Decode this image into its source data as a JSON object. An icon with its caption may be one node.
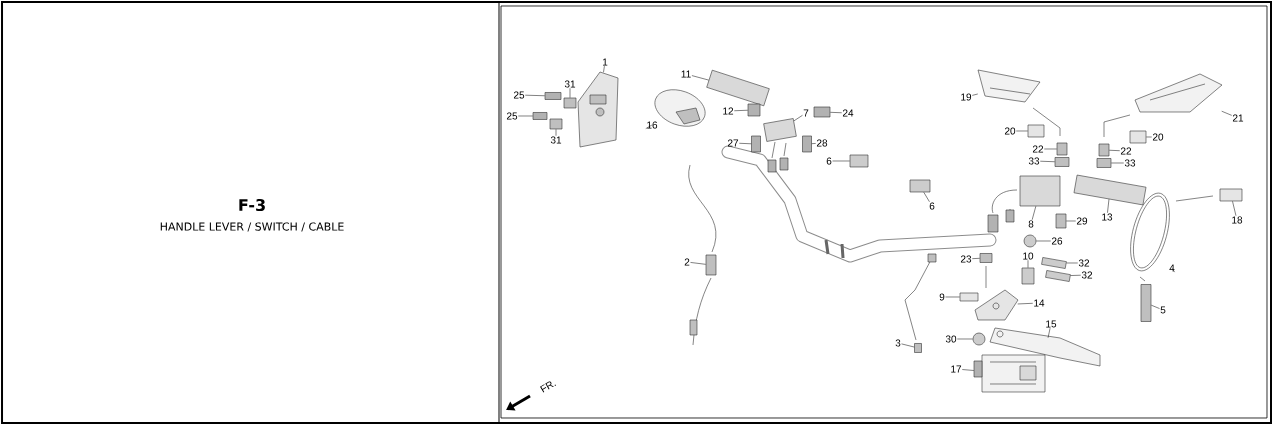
{
  "diagram": {
    "title": "F-3",
    "nodes": [
      {
        "text": [
          "1"
        ]
      },
      {
        "text": [
          "31"
        ]
      },
      {
        "text": [
          "25"
        ]
      },
      {
        "text": [
          "25"
        ]
      },
      {
        "text": [
          "31"
        ]
      },
      {
        "text": [
          "11"
        ]
      },
      {
        "text": [
          "12"
        ]
      },
      {
        "text": [
          "16"
        ]
      },
      {
        "text": [
          "7"
        ]
      },
      {
        "text": [
          "24"
        ]
      },
      {
        "text": [
          "27"
        ]
      },
      {
        "text": [
          "28"
        ]
      },
      {
        "text": [
          "6"
        ]
      },
      {
        "text": [
          "19"
        ]
      },
      {
        "text": [
          "21"
        ]
      },
      {
        "text": [
          "20"
        ]
      },
      {
        "text": [
          "22"
        ]
      },
      {
        "text": [
          "33"
        ]
      },
      {
        "text": [
          "20"
        ]
      },
      {
        "text": [
          "22"
        ]
      },
      {
        "text": [
          "33"
        ]
      },
      {
        "text": [
          "6"
        ]
      },
      {
        "text": [
          "8"
        ]
      },
      {
        "text": [
          "13"
        ]
      },
      {
        "text": [
          "18"
        ]
      },
      {
        "text": [
          "29"
        ]
      },
      {
        "text": [
          "2"
        ]
      },
      {
        "text": [
          "26"
        ]
      },
      {
        "text": [
          "23"
        ]
      },
      {
        "text": [
          "10"
        ]
      },
      {
        "text": [
          "32"
        ]
      },
      {
        "text": [
          "32"
        ]
      },
      {
        "text": [
          "4"
        ]
      },
      {
        "text": [
          "9"
        ]
      },
      {
        "text": [
          "14"
        ]
      },
      {
        "text": [
          "5"
        ]
      },
      {
        "text": [
          "15"
        ]
      },
      {
        "text": [
          "3"
        ]
      },
      {
        "text": [
          "30"
        ]
      },
      {
        "text": [
          "17"
        ]
      },
      {
        "text": [],
        "shape": "picture"
      },
      {
        "text": [],
        "shape": "box"
      },
      {
        "text": [],
        "shape": "box"
      },
      {
        "text": [],
        "shape": "box"
      },
      {
        "text": [],
        "shape": "box"
      },
      {
        "text": [],
        "shape": "box"
      },
      {
        "text": [],
        "shape": "box"
      },
      {
        "text": [],
        "shape": "picture"
      },
      {
        "text": [],
        "shape": "box"
      },
      {
        "text": [],
        "shape": "box"
      },
      {
        "text": [],
        "shape": "box"
      },
      {
        "text": [],
        "shape": "box"
      },
      {
        "text": [],
        "shape": "box"
      },
      {
        "text": [],
        "shape": "picture"
      },
      {
        "text": [],
        "shape": "picture"
      },
      {
        "text": [],
        "shape": "box"
      },
      {
        "text": [],
        "shape": "box"
      },
      {
        "text": [],
        "shape": "box"
      },
      {
        "text": [],
        "shape": "box"
      },
      {
        "text": [],
        "shape": "box"
      },
      {
        "text": [],
        "shape": "box"
      },
      {
        "text": [],
        "shape": "box"
      },
      {
        "text": [],
        "shape": "box"
      },
      {
        "text": [],
        "shape": "box"
      },
      {
        "text": [],
        "shape": "box"
      },
      {
        "text": [],
        "shape": "box"
      },
      {
        "text": [],
        "shape": "box"
      },
      {
        "text": [],
        "shape": "circle"
      },
      {
        "text": [],
        "shape": "box"
      },
      {
        "text": [],
        "shape": "box"
      },
      {
        "text": [],
        "shape": "box"
      },
      {
        "text": [],
        "shape": "box"
      },
      {
        "text": [],
        "shape": "picture"
      },
      {
        "text": [],
        "shape": "box"
      },
      {
        "text": [],
        "shape": "picture"
      },
      {
        "text": [],
        "shape": "box"
      },
      {
        "text": [],
        "shape": "picture"
      },
      {
        "text": [],
        "shape": "box"
      },
      {
        "text": [],
        "shape": "circle"
      },
      {
        "text": [],
        "shape": "picture"
      }
    ],
    "edges": [
      {
        "from": 0,
        "to": 40,
        "arrow": "none"
      },
      {
        "from": 1,
        "to": 41,
        "arrow": "none"
      },
      {
        "from": 2,
        "to": 42,
        "arrow": "none"
      },
      {
        "from": 3,
        "to": 43,
        "arrow": "none"
      },
      {
        "from": 4,
        "to": 44,
        "arrow": "none"
      },
      {
        "from": 5,
        "to": 45,
        "arrow": "none"
      },
      {
        "from": 6,
        "to": 46,
        "arrow": "none"
      },
      {
        "from": 7,
        "to": 47,
        "arrow": "none"
      },
      {
        "from": 8,
        "to": 48,
        "arrow": "none"
      },
      {
        "from": 9,
        "to": 49,
        "arrow": "none"
      },
      {
        "from": 10,
        "to": 50,
        "arrow": "none"
      },
      {
        "from": 11,
        "to": 51,
        "arrow": "none"
      },
      {
        "from": 12,
        "to": 52,
        "arrow": "none"
      },
      {
        "from": 13,
        "to": 53,
        "arrow": "none"
      },
      {
        "from": 14,
        "to": 54,
        "arrow": "none"
      },
      {
        "from": 15,
        "to": 55,
        "arrow": "none"
      },
      {
        "from": 16,
        "to": 56,
        "arrow": "none"
      },
      {
        "from": 17,
        "to": 57,
        "arrow": "none"
      },
      {
        "from": 18,
        "to": 58,
        "arrow": "none"
      },
      {
        "from": 19,
        "to": 59,
        "arrow": "none"
      },
      {
        "from": 20,
        "to": 60,
        "arrow": "none"
      },
      {
        "from": 21,
        "to": 61,
        "arrow": "none"
      },
      {
        "from": 22,
        "to": 62,
        "arrow": "none"
      },
      {
        "from": 23,
        "to": 63,
        "arrow": "none"
      },
      {
        "from": 24,
        "to": 64,
        "arrow": "none"
      },
      {
        "from": 25,
        "to": 65,
        "arrow": "none"
      },
      {
        "from": 26,
        "to": 66,
        "arrow": "none"
      },
      {
        "from": 27,
        "to": 67,
        "arrow": "none"
      },
      {
        "from": 28,
        "to": 68,
        "arrow": "none"
      },
      {
        "from": 29,
        "to": 69,
        "arrow": "none"
      },
      {
        "from": 30,
        "to": 70,
        "arrow": "none"
      },
      {
        "from": 31,
        "to": 71,
        "arrow": "none"
      },
      {
        "from": 32,
        "to": 72,
        "arrow": "none"
      },
      {
        "from": 33,
        "to": 73,
        "arrow": "none"
      },
      {
        "from": 34,
        "to": 74,
        "arrow": "none"
      },
      {
        "from": 35,
        "to": 75,
        "arrow": "none"
      },
      {
        "from": 36,
        "to": 76,
        "arrow": "none"
      },
      {
        "from": 37,
        "to": 77,
        "arrow": "none"
      },
      {
        "from": 38,
        "to": 78,
        "arrow": "none"
      },
      {
        "from": 39,
        "to": 79,
        "arrow": "none"
      }
    ],
    "labels": [
      "HANDLE LEVER / SWITCH / CABLE",
      "FR."
    ]
  }
}
